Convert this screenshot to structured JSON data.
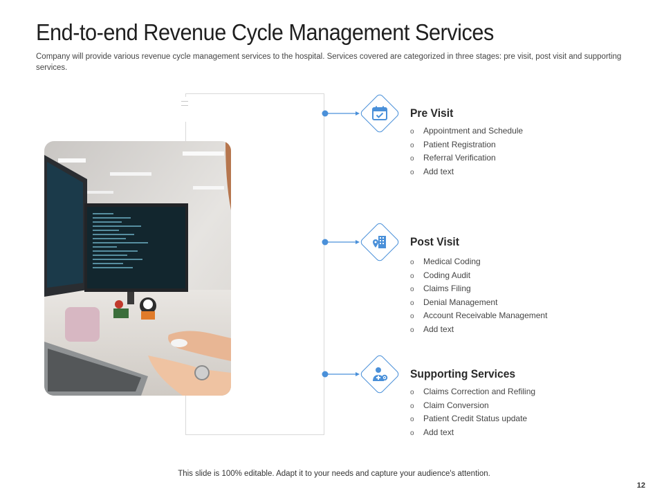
{
  "title": "End-to-end Revenue Cycle Management Services",
  "subtitle": "Company will provide various revenue cycle management services to the hospital. Services covered are categorized in three stages: pre visit, post visit and supporting services.",
  "colors": {
    "accent": "#4a90d9",
    "text": "#333333",
    "frame": "#d9d9d9"
  },
  "stages": [
    {
      "heading": "Pre Visit",
      "icon": "calendar-check-icon",
      "items": [
        "Appointment and Schedule",
        "Patient Registration",
        "Referral Verification",
        "Add text"
      ]
    },
    {
      "heading": "Post Visit",
      "icon": "hospital-location-icon",
      "items": [
        "Medical Coding",
        "Coding Audit",
        "Claims Filing",
        "Denial Management",
        "Account Receivable Management",
        "Add text"
      ]
    },
    {
      "heading": "Supporting Services",
      "icon": "doctor-gear-icon",
      "items": [
        "Claims Correction and Refiling",
        "Claim Conversion",
        "Patient Credit Status update",
        "Add text"
      ]
    }
  ],
  "bullet": "o",
  "footer": "This slide is 100% editable. Adapt it to your needs and capture your audience's attention.",
  "page_number": "12"
}
